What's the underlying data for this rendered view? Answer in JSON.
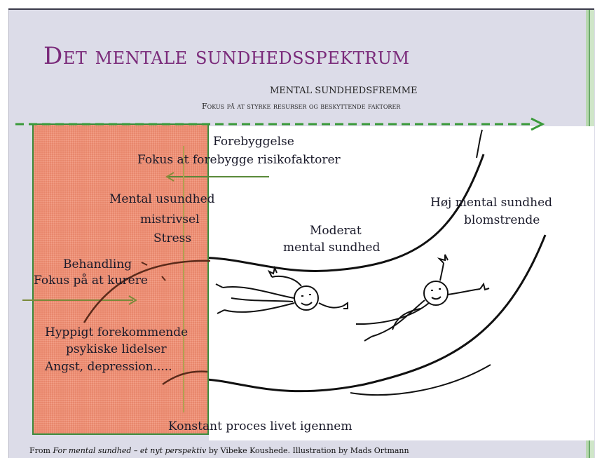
{
  "slide": {
    "title": "Det mentale sundhedsspektrum",
    "subtitle_line1": "MENTAL SUNDHEDSFREMME",
    "subtitle_line2": "Fokus på at styrke resurser og beskyttende faktorer"
  },
  "labels": {
    "forebyggelse": "Forebyggelse",
    "fokus_forebygge": "Fokus at forebygge risikofaktorer",
    "mental_usundhed": "Mental usundhed",
    "mistrivsel": "mistrivsel",
    "stress": "Stress",
    "behandling": "Behandling",
    "fokus_kurere": "Fokus på at kurere",
    "hyppigt": "Hyppigt forekommende",
    "psykiske": "psykiske lidelser",
    "angst": "Angst, depression.....",
    "moderat": "Moderat",
    "moderat2": "mental sundhed",
    "hoej": "Høj mental sundhed",
    "blomstrende": "blomstrende",
    "konstant": "Konstant proces livet igennem"
  },
  "footer": {
    "prefix": "From ",
    "book": "For mental sundhed – et nyt perspektiv",
    "suffix": " by Vibeke Koushede. Illustration by Mads Ortmann"
  },
  "colors": {
    "title": "#7a2a7a",
    "green": "#3a9a3a",
    "olive": "#8a8a3a",
    "red_panel": "#e8876c"
  }
}
